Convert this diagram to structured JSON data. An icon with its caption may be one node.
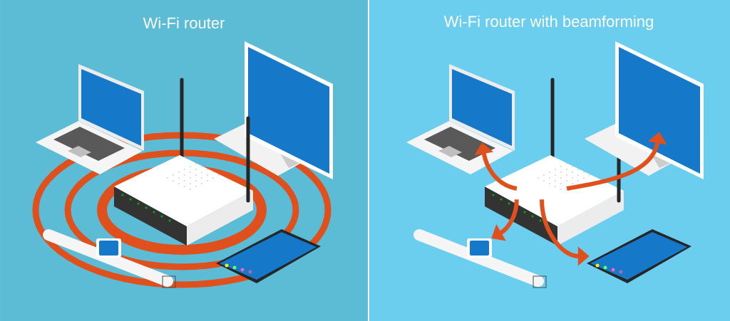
{
  "diagram": {
    "nodes": [
      {
        "text": [],
        "shape": "picture"
      },
      {
        "text": [],
        "shape": "picture"
      },
      {
        "text": [],
        "shape": "picture"
      },
      {
        "text": [],
        "shape": "picture"
      },
      {
        "text": [],
        "shape": "picture"
      }
    ],
    "edges": [
      {
        "from": 0,
        "to": 1,
        "arrow": "to"
      },
      {
        "from": 0,
        "to": 2,
        "arrow": "to"
      },
      {
        "from": 0,
        "to": 3,
        "arrow": "to"
      },
      {
        "from": 0,
        "to": 4,
        "arrow": "to"
      }
    ],
    "labels": [
      "Wi-Fi router",
      "Wi-Fi router with beamforming"
    ]
  }
}
